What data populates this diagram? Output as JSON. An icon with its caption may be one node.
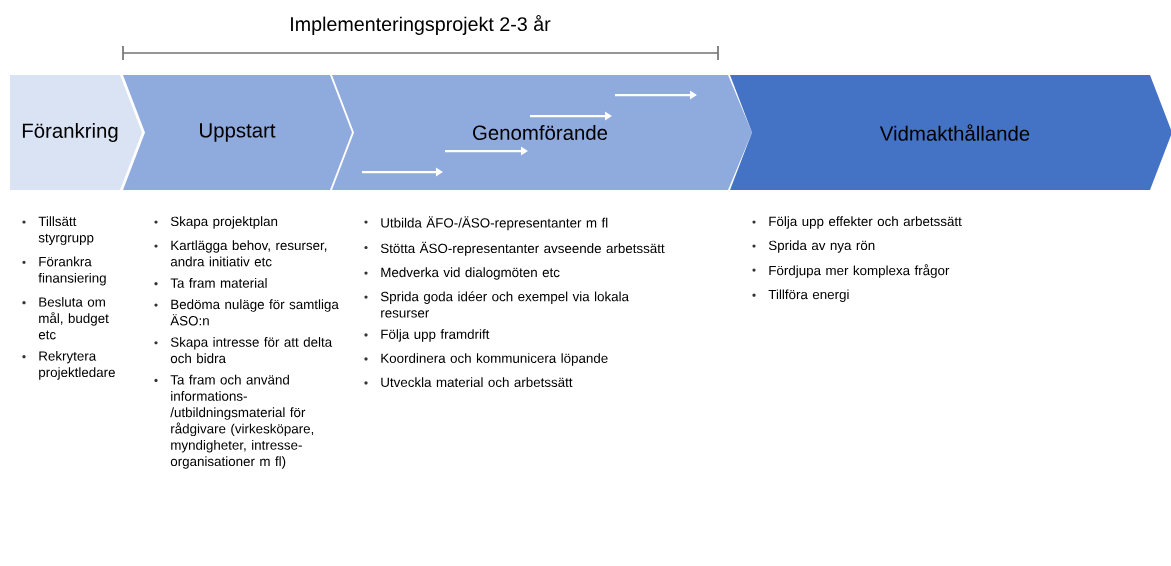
{
  "diagram": {
    "nodes": [
      {
        "text": [
          "Förankring"
        ],
        "beside": [
          "Tillsätt styrgrupp",
          "Förankra finansiering",
          "Besluta om mål, budget etc",
          "Rekrytera projektledare"
        ]
      },
      {
        "text": [
          "Uppstart"
        ],
        "beside": [
          "Skapa projektplan",
          "Kartlägga behov, resurser, andra initiativ etc",
          "Ta fram material",
          "Bedöma nuläge för samtliga ÄSO:n",
          "Skapa intresse för att delta och bidra",
          "Ta fram och använd informations- /utbildningsmaterial för rådgivare (virkesköpare, myndigheter, intresse- organisationer m fl)"
        ]
      },
      {
        "text": [
          "Genomförande"
        ],
        "beside": [
          "Utbilda ÄFO-/ÄSO-representanter m fl",
          "Stötta ÄSO-representanter avseende arbetssätt",
          "Medverka vid dialogmöten etc",
          "Sprida goda idéer och exempel via lokala resurser",
          "Följa upp framdrift",
          "Koordinera och kommunicera löpande",
          "Utveckla material och arbetssätt"
        ]
      },
      {
        "text": [
          "Vidmakthållande"
        ],
        "beside": [
          "Följa upp effekter och arbetssätt",
          "Sprida av nya rön",
          "Fördjupa mer komplexa frågor",
          "Tillföra energi"
        ]
      }
    ],
    "labels": [
      "Implementeringsprojekt 2-3 år"
    ]
  }
}
